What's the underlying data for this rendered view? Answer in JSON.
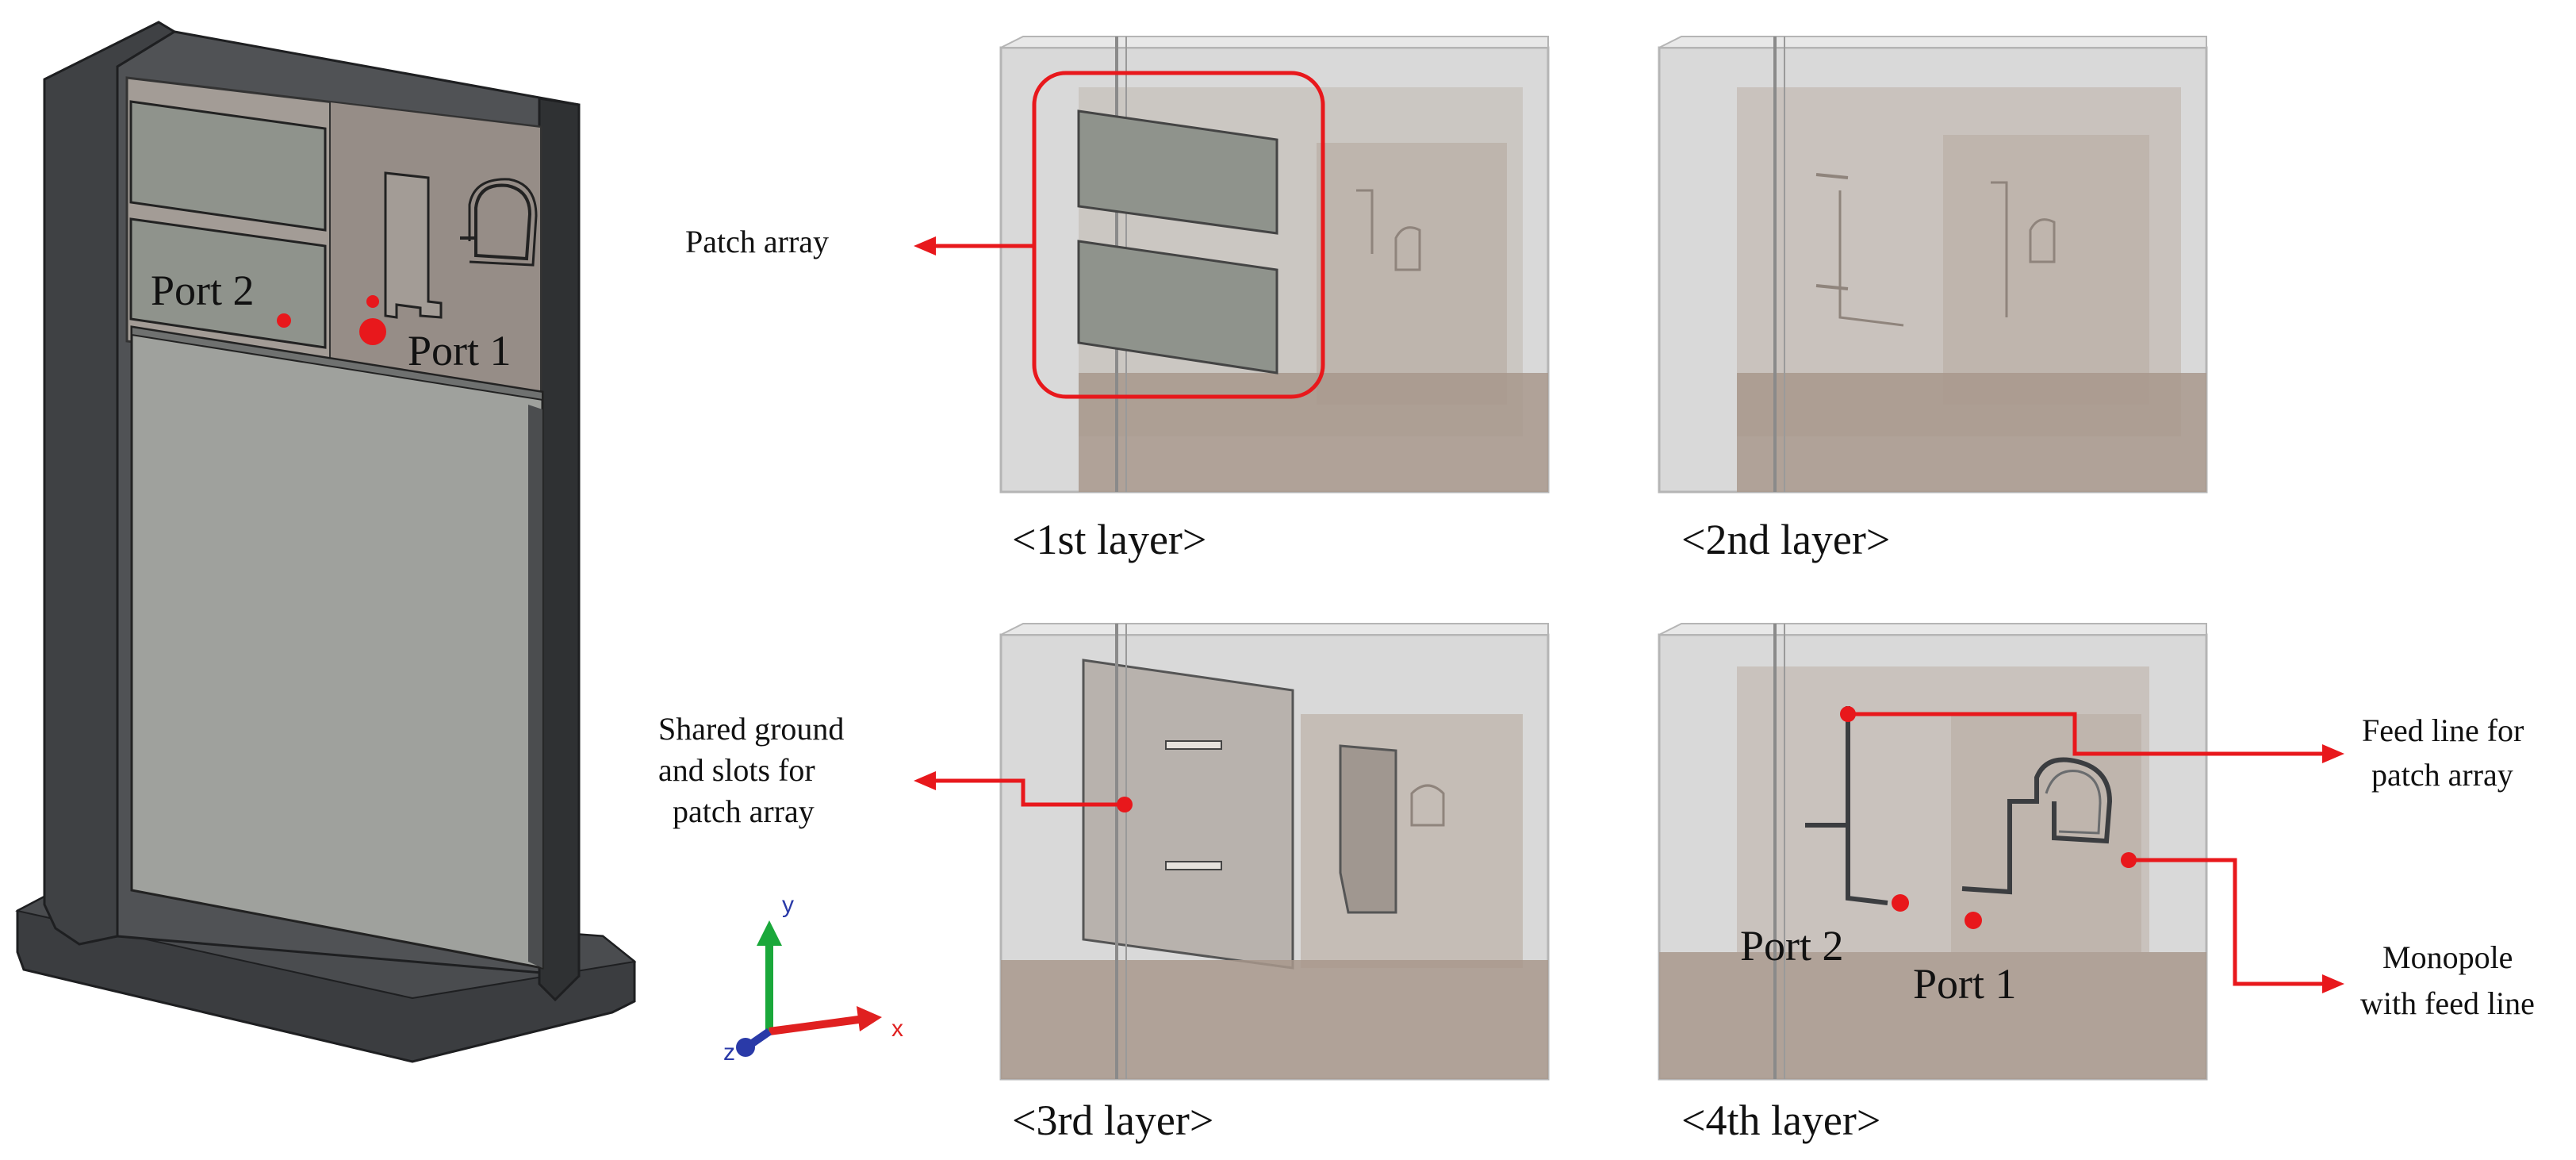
{
  "labels": {
    "patch_array": "Patch array",
    "shared_ground_1": "Shared ground",
    "shared_ground_2": "and slots for",
    "shared_ground_3": "patch array",
    "feed_line_1": "Feed line for",
    "feed_line_2": "patch array",
    "monopole_1": "Monopole",
    "monopole_2": "with feed line",
    "left_port_1": "Port 1",
    "left_port_2": "Port 2",
    "p4_port_1": "Port 1",
    "p4_port_2": "Port 2"
  },
  "captions": {
    "layer1": "<1st layer>",
    "layer2": "<2nd layer>",
    "layer3": "<3rd layer>",
    "layer4": "<4th layer>"
  },
  "axes": {
    "x": "x",
    "y": "y",
    "z": "z"
  },
  "colors": {
    "annotation": "#e8181c",
    "housing": "#3b3d40",
    "pcb": "#a39c96",
    "metal": "#8d908a",
    "transparent_case": "#cfcfcf",
    "axis_x": "#e02020",
    "axis_y": "#1aa83a",
    "axis_z": "#2a3aa8"
  }
}
